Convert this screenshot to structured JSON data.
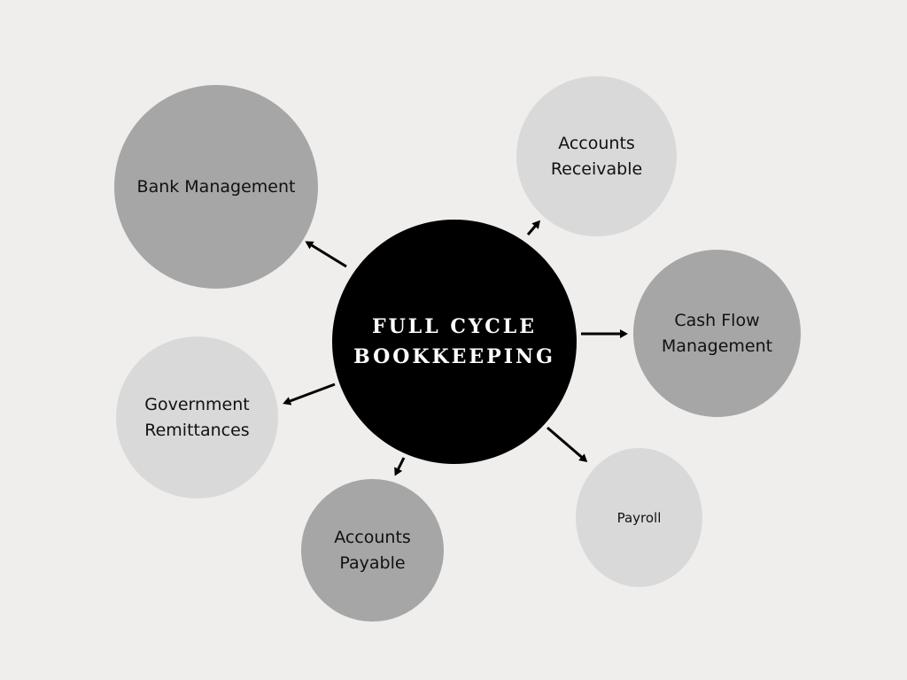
{
  "colors": {
    "background": "#efeeec",
    "center": "#000000",
    "dark_node": "#a6a6a6",
    "light_node": "#d9d9d9",
    "arrow": "#000000",
    "center_text": "#ffffff",
    "node_text": "#111111"
  },
  "center": {
    "title": "FULL CYCLE\nBOOKKEEPING"
  },
  "nodes": {
    "bank_management": {
      "label": "Bank Management",
      "shade": "dark"
    },
    "accounts_receivable": {
      "label": "Accounts\nReceivable",
      "shade": "light"
    },
    "cash_flow_management": {
      "label": "Cash Flow\nManagement",
      "shade": "dark"
    },
    "payroll": {
      "label": "Payroll",
      "shade": "light"
    },
    "accounts_payable": {
      "label": "Accounts\nPayable",
      "shade": "dark"
    },
    "government_remittances": {
      "label": "Government\nRemittances",
      "shade": "light"
    }
  }
}
